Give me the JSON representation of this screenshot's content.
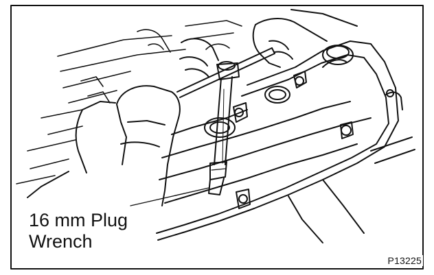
{
  "illustration": {
    "callout_line1": "16 mm Plug",
    "callout_line2": "Wrench",
    "figure_id": "P13225"
  },
  "colors": {
    "ink": "#111111",
    "paper": "#ffffff"
  }
}
